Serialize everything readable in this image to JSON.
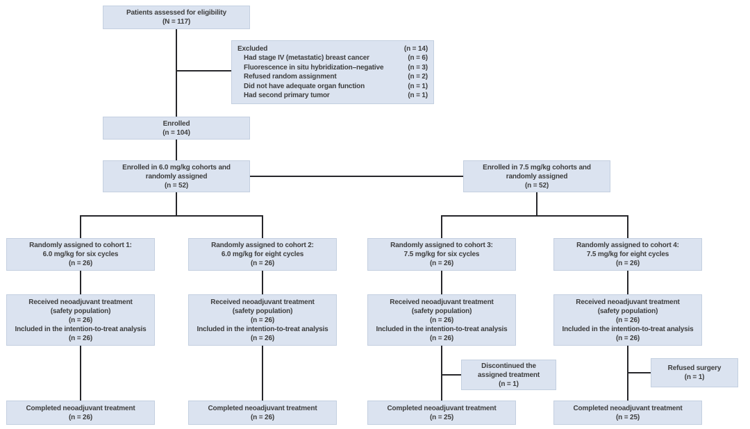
{
  "colors": {
    "box_fill": "#dbe3f0",
    "box_border": "#c3cfe0",
    "connector_line": "#26262a",
    "text": "#3d3d3d",
    "background": "#ffffff"
  },
  "nodes": {
    "eligibility": [
      "Patients assessed for eligibility",
      "(N = 117)"
    ],
    "enrolled": [
      "Enrolled",
      "(n = 104)"
    ],
    "arm60": [
      "Enrolled in 6.0 mg/kg cohorts and",
      "randomly assigned",
      "(n = 52)"
    ],
    "arm75": [
      "Enrolled in 7.5 mg/kg cohorts and",
      "randomly assigned",
      "(n = 52)"
    ],
    "cohort1": [
      "Randomly assigned to cohort 1:",
      "6.0 mg/kg for six cycles",
      "(n = 26)"
    ],
    "cohort2": [
      "Randomly assigned to cohort 2:",
      "6.0 mg/kg for eight cycles",
      "(n = 26)"
    ],
    "cohort3": [
      "Randomly assigned to cohort 3:",
      "7.5 mg/kg for six cycles",
      "(n = 26)"
    ],
    "cohort4": [
      "Randomly assigned to cohort 4:",
      "7.5 mg/kg for eight cycles",
      "(n = 26)"
    ],
    "received1": [
      "Received neoadjuvant treatment",
      "(safety population)",
      "(n = 26)",
      "Included in the intention-to-treat analysis",
      "(n = 26)"
    ],
    "received2": [
      "Received neoadjuvant treatment",
      "(safety population)",
      "(n = 26)",
      "Included in the intention-to-treat analysis",
      "(n = 26)"
    ],
    "received3": [
      "Received neoadjuvant treatment",
      "(safety population)",
      "(n = 26)",
      "Included in the intention-to-treat analysis",
      "(n = 26)"
    ],
    "received4": [
      "Received neoadjuvant treatment",
      "(safety population)",
      "(n = 26)",
      "Included in the intention-to-treat analysis",
      "(n = 26)"
    ],
    "discontinued": [
      "Discontinued the",
      "assigned treatment",
      "(n = 1)"
    ],
    "refused": [
      "Refused surgery",
      "(n = 1)"
    ],
    "completed1": [
      "Completed neoadjuvant treatment",
      "(n = 26)"
    ],
    "completed2": [
      "Completed neoadjuvant treatment",
      "(n = 26)"
    ],
    "completed3": [
      "Completed neoadjuvant treatment",
      "(n = 25)"
    ],
    "completed4": [
      "Completed neoadjuvant treatment",
      "(n = 25)"
    ]
  },
  "excluded": {
    "rows": [
      {
        "label": "Excluded",
        "count": "(n = 14)"
      },
      {
        "label": "Had stage IV (metastatic) breast cancer",
        "count": "(n = 6)"
      },
      {
        "label": "Fluorescence in situ hybridization–negative",
        "count": "(n = 3)"
      },
      {
        "label": "Refused random assignment",
        "count": "(n = 2)"
      },
      {
        "label": "Did not have adequate organ function",
        "count": "(n = 1)"
      },
      {
        "label": "Had second primary tumor",
        "count": "(n = 1)"
      }
    ]
  }
}
